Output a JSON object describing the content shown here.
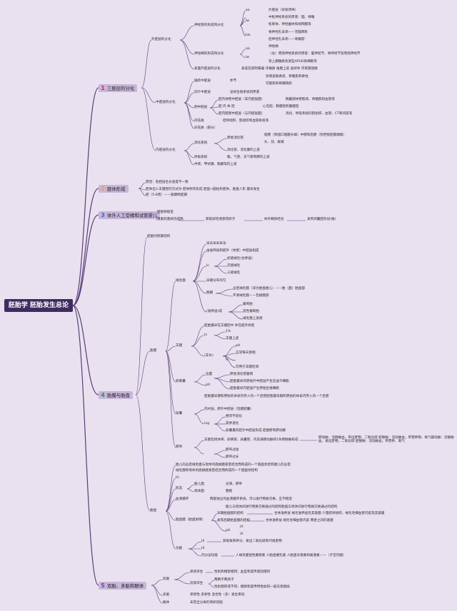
{
  "root": "胚胎学 胚胎发生总论",
  "branches": [
    {
      "num": "1",
      "label": "三胚层的分化",
      "num_color": "#e0245e"
    },
    {
      "num": "2",
      "label": "胚体形成",
      "num_color": "#f0a030"
    },
    {
      "num": "3",
      "label": "体外人工受精和试管婴儿",
      "num_color": "#3a6fd0"
    },
    {
      "num": "4",
      "label": "胎膜与胎盘",
      "num_color": "#2a9a3a"
    },
    {
      "num": "5",
      "label": "双胎、多胎和联体",
      "num_color": "#7a3ab0"
    }
  ],
  "b1": {
    "ectoderm": "外胚层的分化",
    "neural_tube": "神经管的形成和分化",
    "neural_crest": "神经嵴的形成和分化",
    "surface_ecto": "表面外胚层的分化",
    "surface_ecto_desc": "表皮及其附属器 牙釉质 角膜上皮 晶状体 内耳膜迷路",
    "nt_items": [
      "外胚层（背索诱导）",
      "中枢神经系统的原基：脑、脊髓",
      "松果体、神经垂体和视网膜等",
      "脊神经孔未闭——无脑畸形",
      "后神经孔未闭——脊髓裂"
    ],
    "nc_items": [
      "神经嵴",
      "（左）周围神经系统的原基：脑神经节、脊神经节及周围神经节",
      "肾上腺髓质及某些APUD系细胞等"
    ],
    "mesoderm": "中胚层的分化",
    "paraxial": "轴旁中胚层",
    "somite": "体节",
    "somite_items": [
      "背侧皮肤真皮、骨骼肌和脊柱",
      "可能影响脊髓缺损"
    ],
    "intermediate": "间介中胚层",
    "intermediate_desc": "泌尿生殖系统的原基",
    "lateral": "侧中胚层",
    "lateral_items": [
      "胚内体壁中胚层（非内胚层面）",
      "胚 内 体 腔",
      "胚内脏壁中胚层（与内胚层面）"
    ],
    "lateral_right": [
      "胸腹部体壁肌肉、骨骼肌和血管等",
      "心包腔、胸膜腔和腹膜腔",
      "消化、呼吸系统的肌组织、血管、CT和间皮等"
    ],
    "mesenchyme": "间充质",
    "mesenchyme_desc": "结缔组织、肌组织和血管系统等",
    "notochord": "间充质（部分）",
    "endoderm": "内胚层的分化",
    "digestive": "消化系统",
    "digestive_a": "原始消化管",
    "digestive_a_desc": "咽肠（到咽口咽膜头端）中肠和后肠（到泄殖腔膜端端）",
    "digestive_b": "头、前、尾端",
    "digestive_c": "消化管、消化腺的上皮",
    "respiratory": "呼吸系统",
    "respiratory_desc": "喉、气管、支气管和肺的上皮",
    "other": "中耳、甲状腺、胸腺等的上皮"
  },
  "b2": {
    "line1": "原因：各胚层生长速度不一致",
    "line2": "胚体出入羊膜腔的方式为 胚体侧弯形成 胚盘→圆柱形胚体，胎盘人形 最早发生",
    "line3": "胚（5-8周）——胎期畸胚期"
  },
  "b3": {
    "line1": "胚胎移植室",
    "line2": "激素刺激卵泡成熟",
    "line2_b": "获取卵泡液获得卵子",
    "line2_c": "体外精卵结合",
    "line2_d": "发育到囊胚阶段(植)"
  },
  "b4": {
    "fetal_membranes": "胎膜",
    "placenta": "胎盘",
    "intro": "胚胎的附属结构",
    "chorion": "绒毛膜",
    "chorion_items": [
      "早孕早早早孕",
      "由滋养层和胚外（体壁）中胚层组成",
      "Ic"
    ],
    "chorion_ic": [
      "初级绒毛(合养层)",
      "次级绒毛",
      "三级绒毛"
    ],
    "chorion_more": [
      "早期分布均匀",
      "晚期",
      "(滋养层)成"
    ],
    "chorion_late": [
      "丛密绒毛膜（深为胎盘胎儿）——胎（面）胎盘部",
      "平滑绒毛膜——包蜕膜部"
    ],
    "chorion_dev": [
      "葡萄胎",
      "恶性葡萄胎",
      "绒毛膜上皮癌"
    ],
    "amnion": "羊膜",
    "amnion_items": [
      "胚胎最早在羊膜腔中 并在胚外体腔",
      "Ix",
      "(羊水)"
    ],
    "amnion_ix": [
      "1%",
      "羊膜上皮"
    ],
    "amnion_fluid": [
      "pH",
      "正常每天吞咽",
      "Ic",
      "可用于羊膜检测"
    ],
    "yolk_sac": "卵黄囊",
    "yolk_items": [
      "位置",
      "pH"
    ],
    "yolk_right": [
      "原始消化管腹侧",
      "胚胎最早的原始外中胚层产生造血干细胞",
      "胚胎最早内胚层产生原始生殖细胞"
    ],
    "allantois": "尿囊",
    "allantois_desc": "胚胎最早期和原始的体表内突入的一个后管胚胎最早期和原始的体表内突入的一个后管",
    "allantois_items": [
      "内衬层，脐外中胚层（包膜胚囊）",
      "Ixg"
    ],
    "allantois_ixg": [
      "相邻不退化",
      "其余退化",
      "尿囊最的胚外中胚层形成 胚胎脐和脐动静"
    ],
    "umbilical": "脐带",
    "umbilical_desc": "羊膜包绕体蒂、卵黄管、尿囊管、内充满脐动脉和1条脐静脉形成",
    "umbilical_right": "脐动脉：流静脉血、带出废物、二氧化碳 胚静脉：流动脉血，带营养物、氧气输动脉：流静脉血，排出废物，二氧化碳 胚静脉：流动脉血，带营养、氧气",
    "umbilical_b": [
      "脐带过短",
      "脐带过长"
    ],
    "placenta_desc": [
      "胎儿的丛密绒毛膜与母体的底蜕膜紧密结合而构成的一个圆盘状结构胎儿的丛密",
      "绒毛膜和母体的底蜕膜紧密结合而构成的一个圆盘状结构"
    ],
    "plac_h": "Hi",
    "plac_shape": "形态",
    "plac_shape_items": [
      "胎儿面",
      "母体面"
    ],
    "plac_shape_right": [
      "光滑，脐带",
      "粗糙"
    ],
    "plac_circulation": "血液循环",
    "plac_circulation_desc": "两套独立的血液循环系统，可以进行物质交换，互不相混",
    "plac_barrier": "胎盘膜（胎盘屏障）",
    "plac_barrier_desc": "胎儿与母体间进行物质交换通过的结构胎盘与母体间进行物质交换通过的结构",
    "plac_barrier_items": [
      "早期胎盘膜的结构",
      "发育后期胎盘膜的结构"
    ],
    "plac_barrier_right": [
      "合体滋养层 绒毛滋养层及其基膜 少量结缔组织，绒毛毛细血管内皮及其基膜",
      "合体滋养层 绒毛毛细血管内皮 两者之间的基膜"
    ],
    "plac_barrier_sub": [
      "pH",
      "IX",
      "IX"
    ],
    "plac_func": "功能",
    "plac_func_items": [
      "IX",
      "IX",
      "内分泌功能"
    ],
    "plac_func_right": [
      "获取氧和养分，排出二氧化碳和代谢废物",
      "人绒毛膜促性腺激素 人胎盘催乳素 人胎盘孕激素和雌激素——（子宫内膜）"
    ]
  },
  "b5": {
    "twins": "双胎",
    "twins_a": "单卵孪生",
    "twins_a_desc": "性别和相貌相同；血型和遗传基因相同",
    "twins_b": "双卵孪生",
    "twins_b_items": [
      "两精子两卵子",
      "性别相同或不同；相貌和遗传特性如同一般兄弟姐妹"
    ],
    "multiple": "多胎",
    "multiple_desc": "单卵性 多卵性 混合性（多）发生率低",
    "conjoined": "联体",
    "conjoined_desc": "未完全分离的单卵双胎"
  },
  "colors": {
    "line": "#5a3d7a",
    "root_bg": "#3f2b60",
    "branch_bg": "#c7b6da",
    "bg": "#e9e1ef"
  }
}
